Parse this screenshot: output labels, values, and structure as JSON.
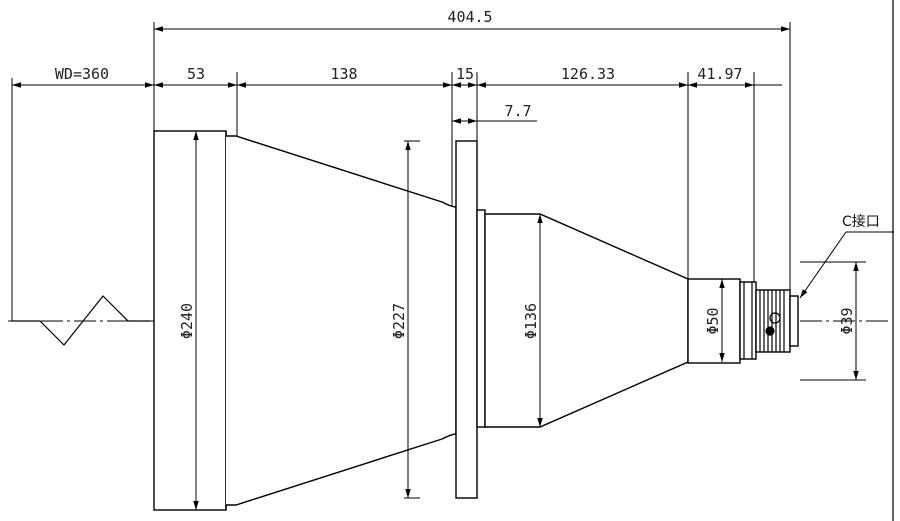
{
  "drawing": {
    "dimensions": {
      "total_length": "404.5",
      "working_distance": "WD=360",
      "seg_1": "53",
      "seg_2": "138",
      "seg_3": "15",
      "seg_4": "126.33",
      "seg_5": "41.97",
      "flange_offset": "7.7"
    },
    "diameters": {
      "d240": "Φ240",
      "d227": "Φ227",
      "d136": "Φ136",
      "d50": "Φ50",
      "d39": "Φ39"
    },
    "callout": {
      "mount_label": "C接口"
    }
  }
}
